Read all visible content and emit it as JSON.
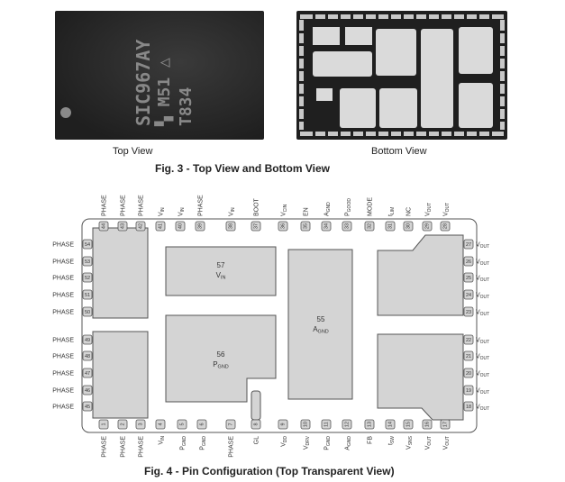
{
  "top_view": {
    "caption": "Top View",
    "marking_line1": "SIC967AY",
    "marking_line2": "M51",
    "marking_line3": "T834"
  },
  "bottom_view": {
    "caption": "Bottom View"
  },
  "fig3_caption": "Fig. 3 - Top View and Bottom View",
  "fig4_caption": "Fig. 4 - Pin Configuration (Top Transparent View)",
  "colors": {
    "pad": "#d4d4d4",
    "outline": "#555555",
    "chip": "#2b2b2b",
    "bottom_bg": "#1e1e1e"
  },
  "top_pins": [
    {
      "num": "44",
      "name": "PHASE",
      "sub": ""
    },
    {
      "num": "43",
      "name": "PHASE",
      "sub": ""
    },
    {
      "num": "42",
      "name": "PHASE",
      "sub": ""
    },
    {
      "num": "41",
      "name": "V",
      "sub": "IN"
    },
    {
      "num": "40",
      "name": "V",
      "sub": "IN"
    },
    {
      "num": "39",
      "name": "PHASE",
      "sub": ""
    },
    {
      "num": "38",
      "name": "V",
      "sub": "IN"
    },
    {
      "num": "37",
      "name": "BOOT",
      "sub": ""
    },
    {
      "num": "36",
      "name": "V",
      "sub": "CIN"
    },
    {
      "num": "35",
      "name": "EN",
      "sub": ""
    },
    {
      "num": "34",
      "name": "A",
      "sub": "GND"
    },
    {
      "num": "33",
      "name": "P",
      "sub": "GOOD"
    },
    {
      "num": "32",
      "name": "MODE",
      "sub": ""
    },
    {
      "num": "31",
      "name": "t",
      "sub": "LIM"
    },
    {
      "num": "30",
      "name": "NC",
      "sub": ""
    },
    {
      "num": "29",
      "name": "V",
      "sub": "OUT"
    },
    {
      "num": "28",
      "name": "V",
      "sub": "OUT"
    }
  ],
  "bottom_pins": [
    {
      "num": "1",
      "name": "PHASE",
      "sub": ""
    },
    {
      "num": "2",
      "name": "PHASE",
      "sub": ""
    },
    {
      "num": "3",
      "name": "PHASE",
      "sub": ""
    },
    {
      "num": "4",
      "name": "V",
      "sub": "IN"
    },
    {
      "num": "5",
      "name": "P",
      "sub": "GND"
    },
    {
      "num": "6",
      "name": "P",
      "sub": "GND"
    },
    {
      "num": "7",
      "name": "PHASE",
      "sub": ""
    },
    {
      "num": "8",
      "name": "GL",
      "sub": ""
    },
    {
      "num": "9",
      "name": "V",
      "sub": "DD"
    },
    {
      "num": "10",
      "name": "V",
      "sub": "DRV"
    },
    {
      "num": "11",
      "name": "P",
      "sub": "GND"
    },
    {
      "num": "12",
      "name": "A",
      "sub": "GND"
    },
    {
      "num": "13",
      "name": "FB",
      "sub": ""
    },
    {
      "num": "14",
      "name": "t",
      "sub": "SW"
    },
    {
      "num": "15",
      "name": "V",
      "sub": "SNS"
    },
    {
      "num": "16",
      "name": "V",
      "sub": "OUT"
    },
    {
      "num": "17",
      "name": "V",
      "sub": "OUT"
    }
  ],
  "left_pins": [
    {
      "num": "54",
      "name": "PHASE"
    },
    {
      "num": "53",
      "name": "PHASE"
    },
    {
      "num": "52",
      "name": "PHASE"
    },
    {
      "num": "51",
      "name": "PHASE"
    },
    {
      "num": "50",
      "name": "PHASE"
    },
    {
      "num": "49",
      "name": "PHASE"
    },
    {
      "num": "48",
      "name": "PHASE"
    },
    {
      "num": "47",
      "name": "PHASE"
    },
    {
      "num": "46",
      "name": "PHASE"
    },
    {
      "num": "45",
      "name": "PHASE"
    }
  ],
  "right_pins": [
    {
      "num": "27",
      "name": "V",
      "sub": "OUT"
    },
    {
      "num": "26",
      "name": "V",
      "sub": "OUT"
    },
    {
      "num": "25",
      "name": "V",
      "sub": "OUT"
    },
    {
      "num": "24",
      "name": "V",
      "sub": "OUT"
    },
    {
      "num": "23",
      "name": "V",
      "sub": "OUT"
    },
    {
      "num": "22",
      "name": "V",
      "sub": "OUT"
    },
    {
      "num": "21",
      "name": "V",
      "sub": "OUT"
    },
    {
      "num": "20",
      "name": "V",
      "sub": "OUT"
    },
    {
      "num": "19",
      "name": "V",
      "sub": "OUT"
    },
    {
      "num": "18",
      "name": "V",
      "sub": "OUT"
    }
  ],
  "pads": {
    "p57": {
      "num": "57",
      "name": "V",
      "sub": "IN"
    },
    "p56": {
      "num": "56",
      "name": "P",
      "sub": "GND"
    },
    "p55": {
      "num": "55",
      "name": "A",
      "sub": "GND"
    }
  }
}
